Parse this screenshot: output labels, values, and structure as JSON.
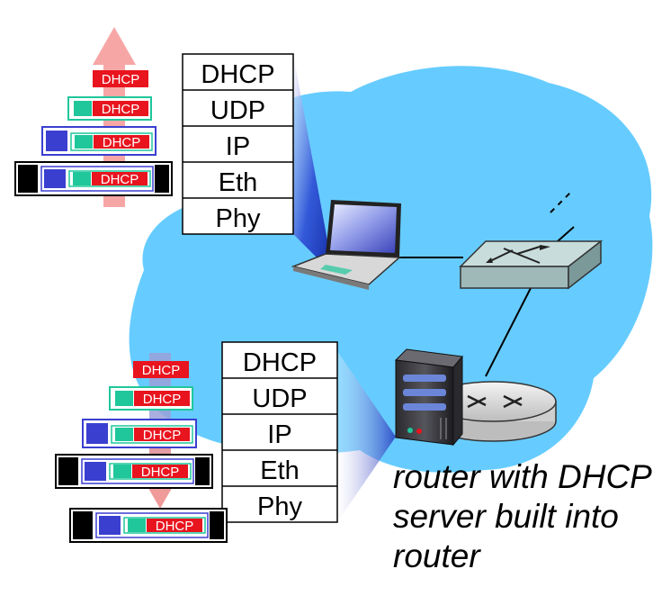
{
  "protocol_stacks": {
    "client": [
      "DHCP",
      "UDP",
      "IP",
      "Eth",
      "Phy"
    ],
    "server": [
      "DHCP",
      "UDP",
      "IP",
      "Eth",
      "Phy"
    ]
  },
  "packet_label": "DHCP",
  "caption": [
    "router with DHCP",
    "server built into",
    "router"
  ],
  "colors": {
    "network_cloud": "#66ccff",
    "dhcp_payload": "#e8141e",
    "udp_header": "#1fc79b",
    "ip_header": "#3a3fd0",
    "eth_header": "#000000",
    "arrow_up": "#f7a6a6",
    "arrow_down": "#f09a9a",
    "arrow_down_shaft": "#9aa0d8"
  },
  "icons": [
    "laptop-icon",
    "switch-icon",
    "router-icon",
    "server-icon"
  ]
}
